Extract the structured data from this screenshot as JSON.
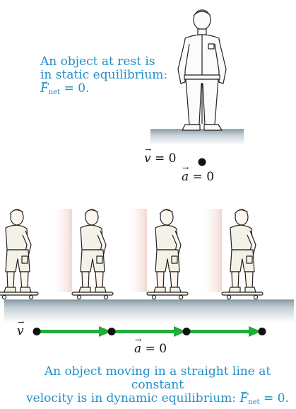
{
  "static_caption": {
    "line1": "An object at rest is",
    "line2": "in static equilibrium:",
    "eq_symbol": "F",
    "eq_sub": "net",
    "eq_rhs": " = 0."
  },
  "rest_labels": {
    "v_symbol": "v",
    "v_rhs": " = 0",
    "a_symbol": "a",
    "a_rhs": " = 0"
  },
  "motion_labels": {
    "v_symbol": "v",
    "a_symbol": "a",
    "a_rhs": " = 0"
  },
  "dynamic_caption": {
    "line1": "An object moving in a straight line at constant",
    "line2_prefix": "velocity is in dynamic equilibrium: ",
    "eq_symbol": "F",
    "eq_sub": "net",
    "eq_rhs": " = 0."
  },
  "colors": {
    "caption": "#1f8fc9",
    "arrow": "#1fae3a",
    "ground": "#b7c4cb",
    "shirt": "#f4f1e6",
    "outline": "#222222"
  }
}
